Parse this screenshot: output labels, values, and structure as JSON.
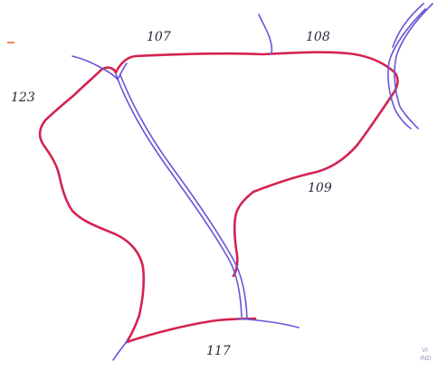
{
  "labels": {
    "top_left": "107",
    "top_right": "108",
    "right_middle": "109",
    "left": "123",
    "bottom": "117"
  },
  "corner_mark": {
    "line1": "VI",
    "line2": "IND"
  },
  "colors": {
    "red": "#d42350",
    "blue": "#6b54d8",
    "tick": "#e05a2a"
  }
}
